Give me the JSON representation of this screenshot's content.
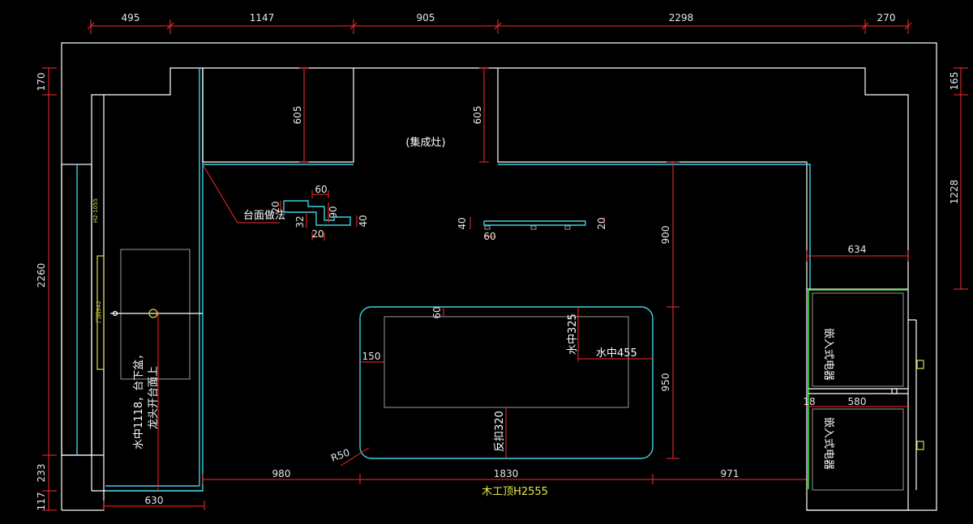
{
  "top_dims": [
    "495",
    "1147",
    "905",
    "2298",
    "270"
  ],
  "left_dims": [
    "170",
    "2260",
    "233",
    "117"
  ],
  "right_dims": [
    "165",
    "1228"
  ],
  "bottom_dims": [
    "980",
    "1830",
    "971"
  ],
  "bottom_left_dim": "630",
  "ceiling_label": "木工顶H2555",
  "cabinet_dims": [
    "605",
    "605"
  ],
  "integrated_stove_label": "(集成灶)",
  "countertop_profile_label": "台面做法",
  "profile_left_dims": [
    "60",
    "20",
    "90",
    "32",
    "20",
    "40"
  ],
  "profile_right_dims": [
    "40",
    "60",
    "20"
  ],
  "vertical_dims_right": [
    "900",
    "950"
  ],
  "island": {
    "dim_60": "60",
    "dim_150": "150",
    "water_center_325": "水中325",
    "water_center_455": "水中455",
    "reverse_320": "反扣320",
    "radius": "R50"
  },
  "sink_note_line1": "水中1118，台下盆，",
  "sink_note_line2": "龙头开台面上",
  "right_room": {
    "dim_634": "634",
    "dim_18": "18",
    "dim_580": "580",
    "appliance_label_top": "嵌入式电器",
    "appliance_label_bottom": "嵌入式电器"
  },
  "left_wall_labels": [
    "H2-1055",
    "门洞942"
  ]
}
